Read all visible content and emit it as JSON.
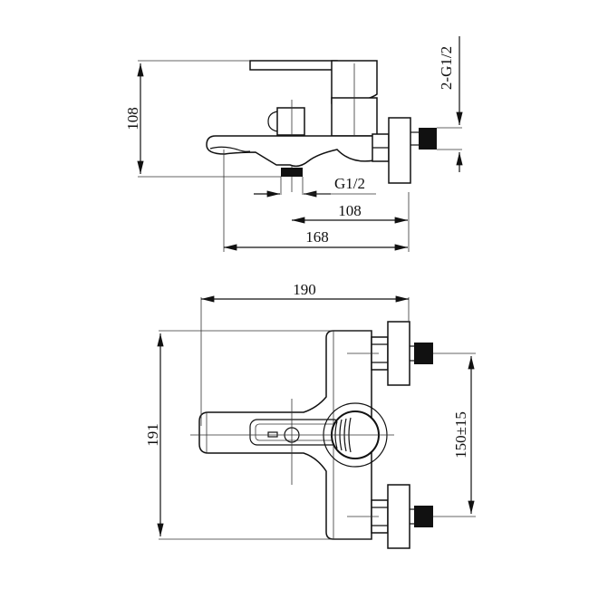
{
  "drawing": {
    "side_view": {
      "dimensions": {
        "height": "108",
        "inlet_thread": "2-G1/2",
        "outlet_thread": "G1/2",
        "outlet_to_wall": "108",
        "spout_length": "168"
      }
    },
    "top_view": {
      "dimensions": {
        "width": "190",
        "depth": "191",
        "inlet_spacing": "150±15"
      }
    },
    "colors": {
      "line": "#111111",
      "background": "#ffffff"
    }
  }
}
